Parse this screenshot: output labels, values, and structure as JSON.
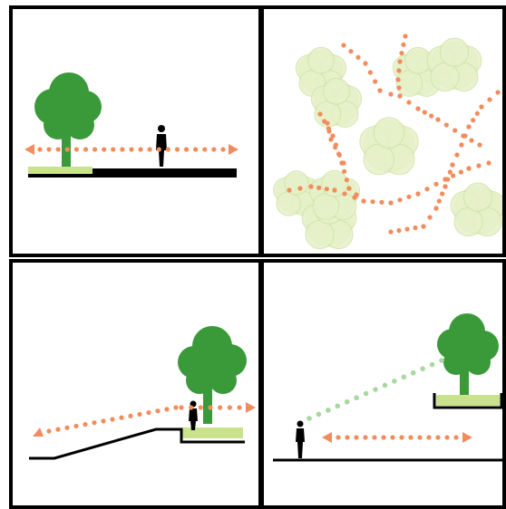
{
  "diagram": {
    "panels": [
      {
        "id": "flat-path",
        "elements": [
          "tree",
          "person",
          "path-bidirectional",
          "planted-strip",
          "ground-slab"
        ]
      },
      {
        "id": "plan-view",
        "elements": [
          "tree-canopies",
          "meandering-paths"
        ]
      },
      {
        "id": "ramp-to-plaza",
        "elements": [
          "ramp",
          "person",
          "tree",
          "planter",
          "path-bidirectional"
        ]
      },
      {
        "id": "raised-planter-view",
        "elements": [
          "person",
          "sightline",
          "path-bidirectional",
          "raised-tree-planter"
        ]
      }
    ]
  },
  "colors": {
    "path_dots": "#f28c5c",
    "sightline_dots": "#a8d8a0",
    "tree_foliage": "#3a9a3a",
    "tree_foliage_light": "#4caf50",
    "planting_bed": "#c9e28c",
    "canopy_plan_fill": "#e6f1c9",
    "canopy_plan_stroke": "#cfe2a6",
    "ground": "#000000"
  },
  "icons": [
    "tree-icon",
    "person-silhouette-icon",
    "arrowhead-icon"
  ]
}
